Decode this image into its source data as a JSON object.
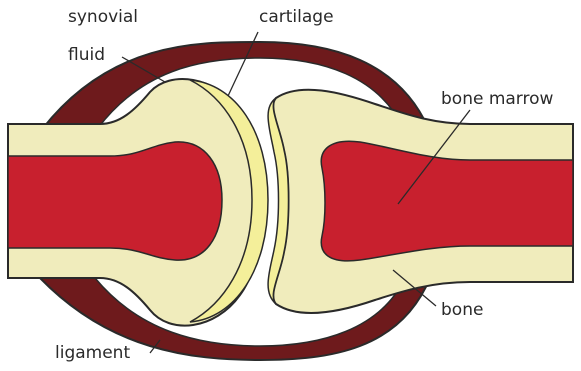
{
  "labels": {
    "synovial": "synovial",
    "fluid": "fluid",
    "cartilage": "cartilage",
    "bone_marrow": "bone marrow",
    "bone": "bone",
    "ligament": "ligament"
  },
  "colors": {
    "bone": "#f0ecbc",
    "marrow": "#c8202e",
    "cartilage": "#f4ef9a",
    "ligament": "#6e1a1c",
    "outline": "#2a2a2a",
    "synovial_fluid": "#ffffff"
  }
}
